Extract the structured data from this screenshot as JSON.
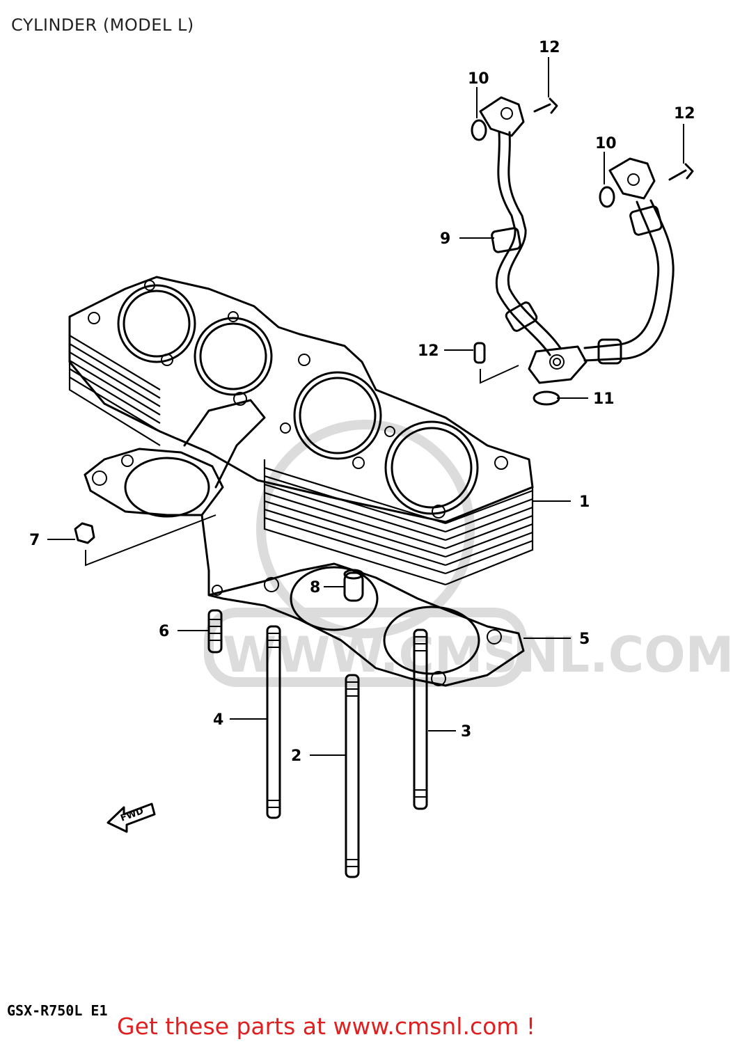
{
  "title": "CYLINDER (MODEL L)",
  "model_code": "GSX-R750L E1",
  "promo_text": "Get these parts at www.cmsnl.com !",
  "watermark_text": "WWW.CMSNL.COM",
  "fwd_label": "FWD",
  "callouts": [
    {
      "id": "1",
      "label": "1"
    },
    {
      "id": "2",
      "label": "2"
    },
    {
      "id": "3",
      "label": "3"
    },
    {
      "id": "4",
      "label": "4"
    },
    {
      "id": "5",
      "label": "5"
    },
    {
      "id": "6",
      "label": "6"
    },
    {
      "id": "7",
      "label": "7"
    },
    {
      "id": "8",
      "label": "8"
    },
    {
      "id": "9",
      "label": "9"
    },
    {
      "id": "10a",
      "label": "10"
    },
    {
      "id": "10b",
      "label": "10"
    },
    {
      "id": "11",
      "label": "11"
    },
    {
      "id": "12a",
      "label": "12"
    },
    {
      "id": "12b",
      "label": "12"
    },
    {
      "id": "12c",
      "label": "12"
    }
  ],
  "colors": {
    "promo": "#e02020",
    "lines": "#000000",
    "watermark": "#dcdcdc"
  }
}
